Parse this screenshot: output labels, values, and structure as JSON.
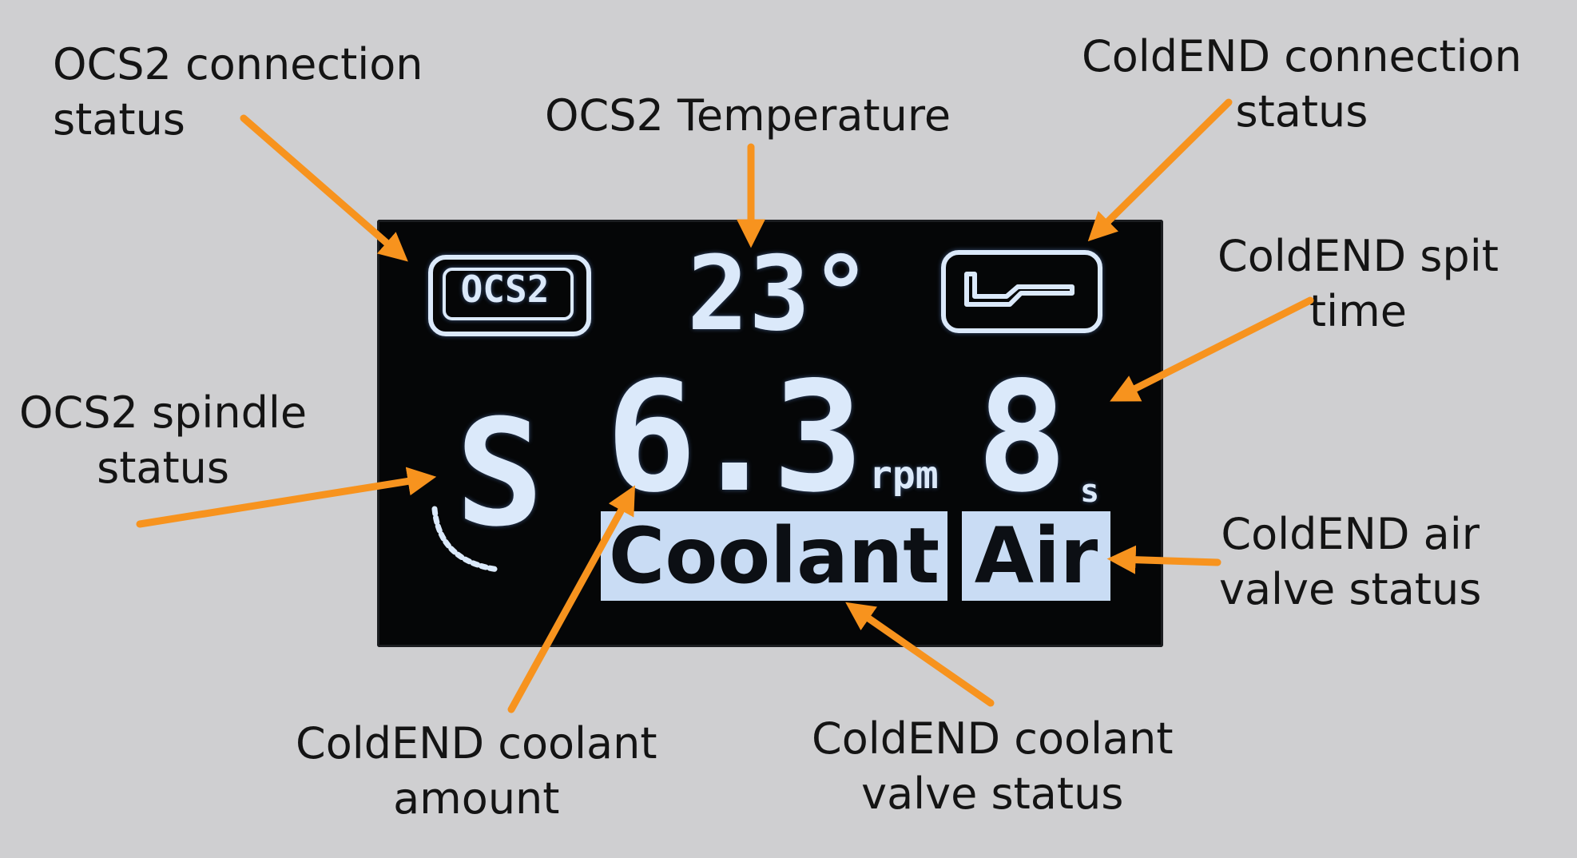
{
  "annotations": {
    "ocs2_connection": [
      "OCS2 connection",
      "status"
    ],
    "ocs2_temperature": [
      "OCS2 Temperature"
    ],
    "coldend_connection": [
      "ColdEND connection",
      "status"
    ],
    "coldend_spit_time": [
      "ColdEND spit",
      "time"
    ],
    "ocs2_spindle": [
      "OCS2 spindle",
      "status"
    ],
    "coldend_air_valve": [
      "ColdEND air",
      "valve status"
    ],
    "coldend_coolant_amount": [
      "ColdEND coolant",
      "amount"
    ],
    "coldend_coolant_valve": [
      "ColdEND coolant",
      "valve status"
    ]
  },
  "display": {
    "ocs2_badge": "OCS2",
    "temperature": "23°",
    "spindle_letter": "S",
    "coolant_amount": "6.3",
    "coolant_unit": "rpm",
    "spit_time": "8",
    "spit_unit": "s",
    "coolant_button": "Coolant",
    "air_button": "Air"
  },
  "colors": {
    "arrow": "#f7931e",
    "background": "#cfcfd1",
    "oled_pixel": "#dbe9fa",
    "oled_panel": "#050607"
  },
  "icons": {
    "coldend_connection": "nozzle-icon",
    "spindle_rotation": "spindle-arc-icon"
  }
}
